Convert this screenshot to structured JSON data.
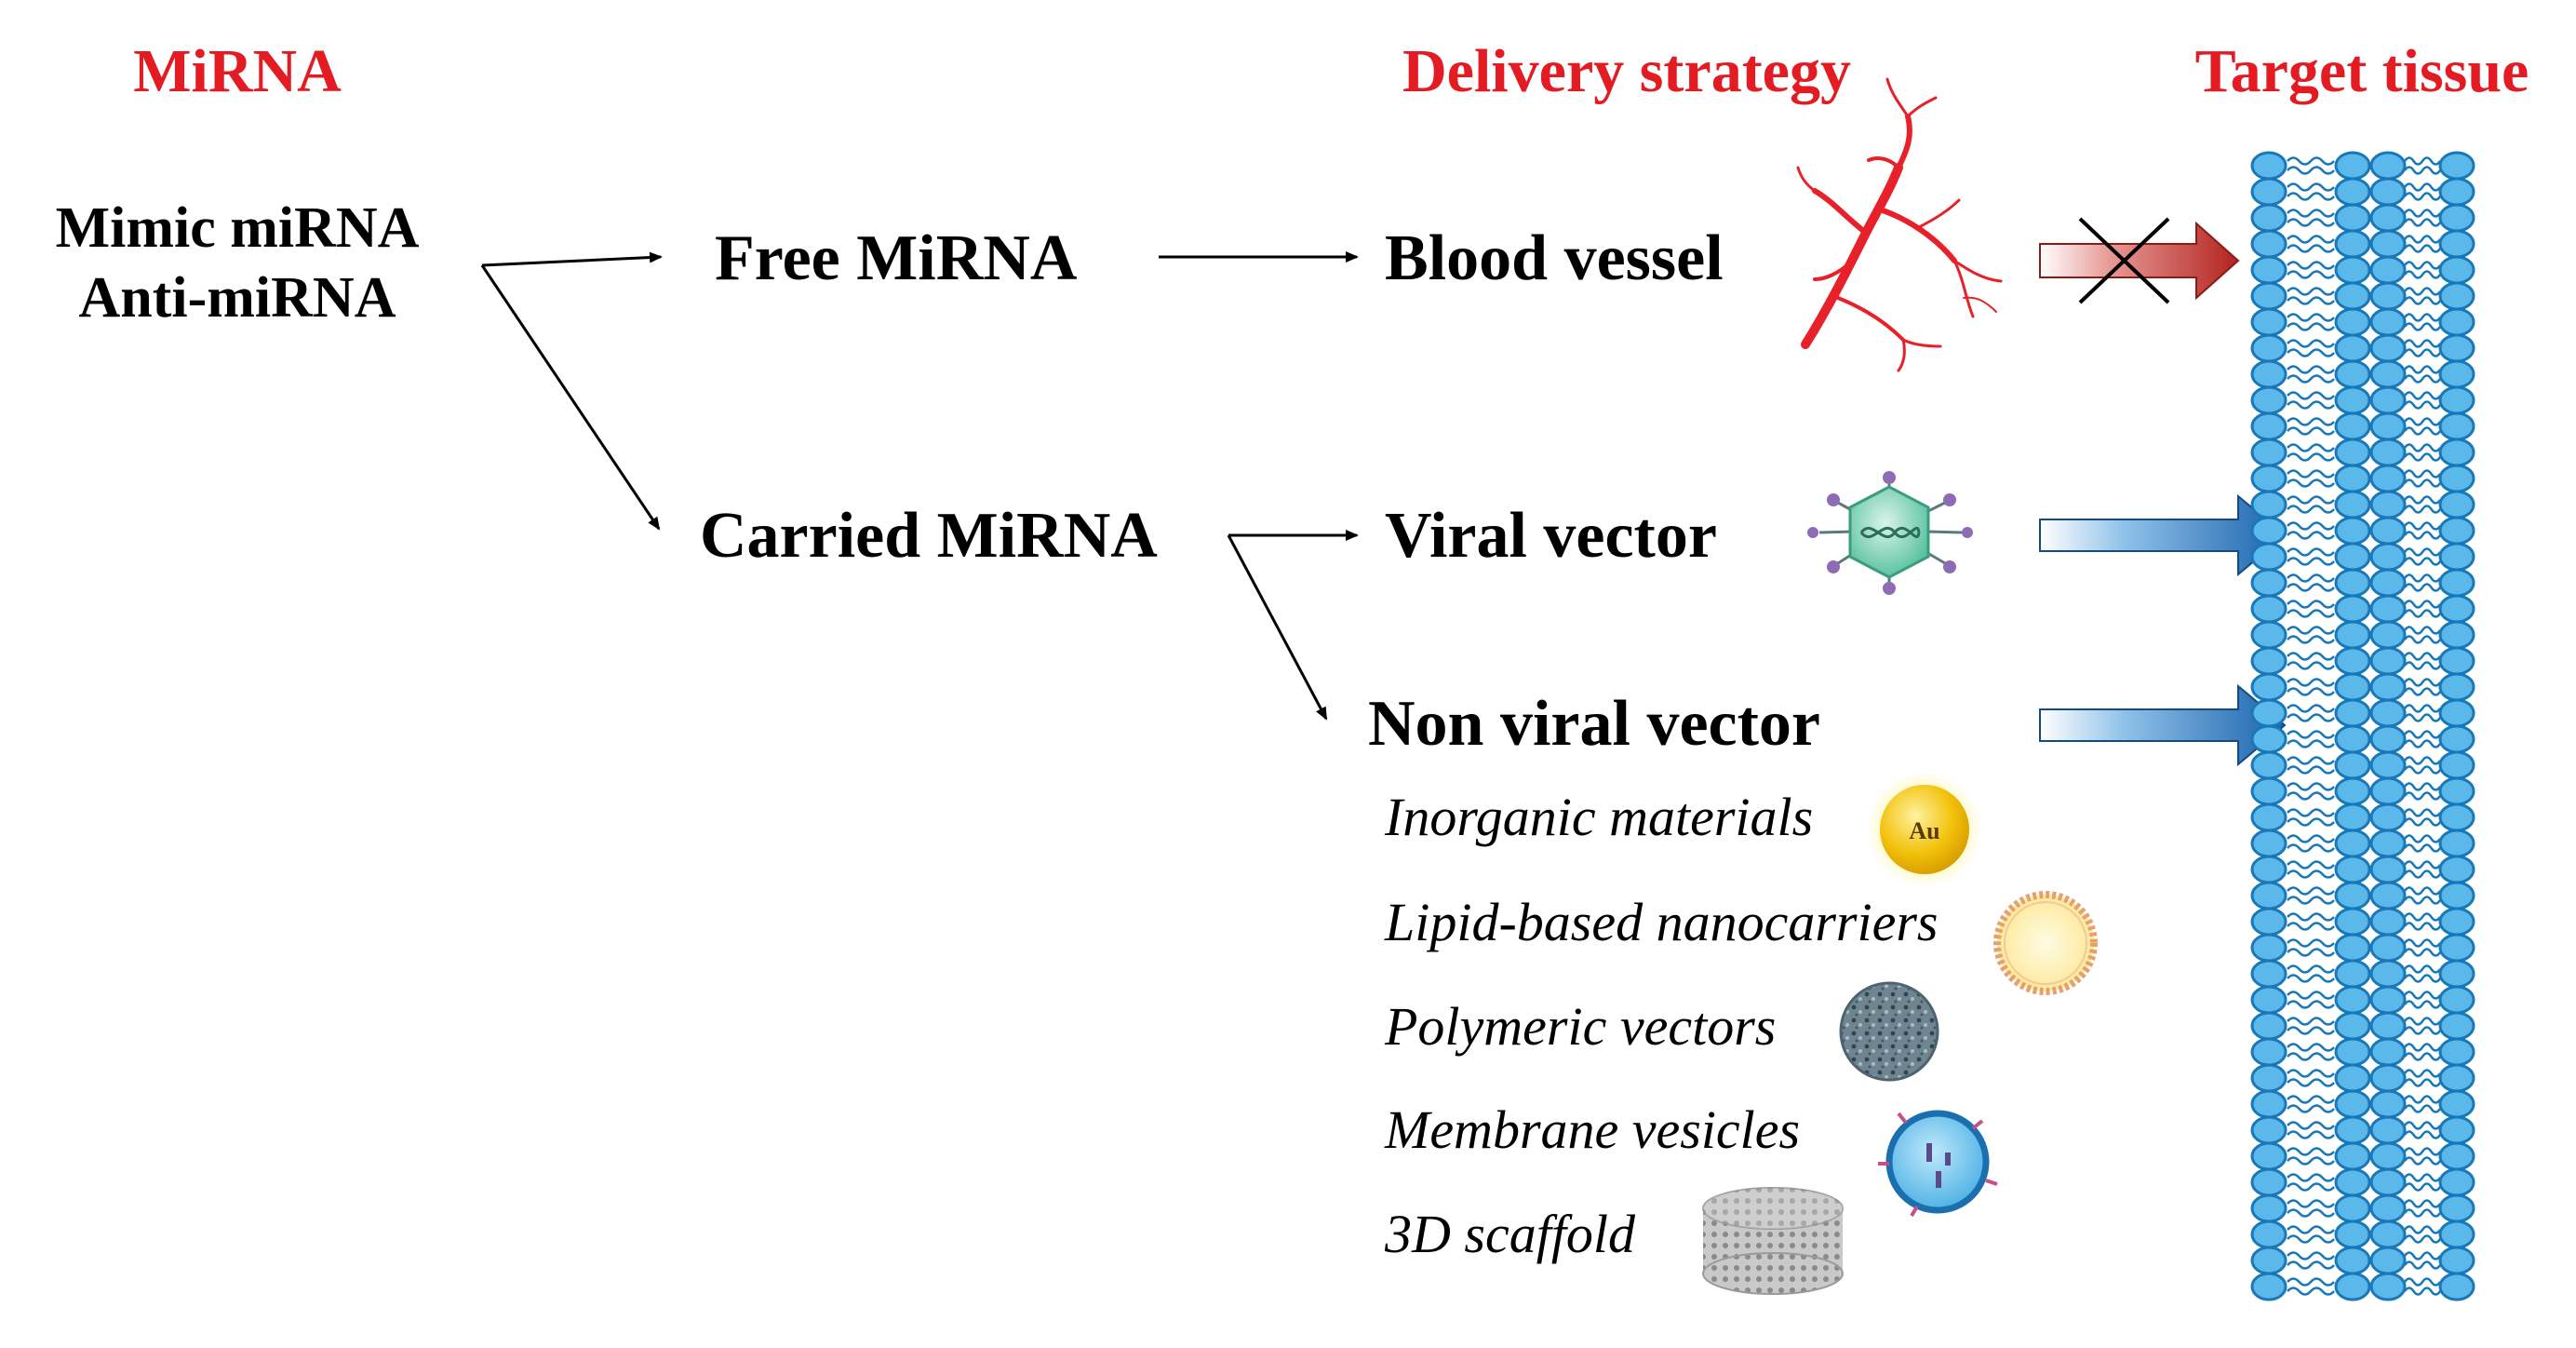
{
  "colors": {
    "heading": "#e31b23",
    "text": "#000000",
    "blocked_arrow": "#c9302c",
    "pass_arrow": "#1f6fb8",
    "membrane": "#5bb8ea",
    "membrane_stroke": "#1a78b8",
    "vessel": "#e8202a",
    "gold": "#f2c10a"
  },
  "headings": {
    "mirna": "MiRNA",
    "delivery": "Delivery strategy",
    "target": "Target tissue"
  },
  "source": {
    "line1": "Mimic miRNA",
    "line2": "Anti-miRNA"
  },
  "nodes": {
    "free": "Free MiRNA",
    "carried": "Carried MiRNA",
    "blood_vessel": "Blood vessel",
    "viral_vector": "Viral vector",
    "non_viral_vector": "Non viral vector"
  },
  "non_viral_items": [
    {
      "label": "Inorganic materials",
      "icon": "gold-nanoparticle-icon"
    },
    {
      "label": "Lipid-based nanocarriers",
      "icon": "liposome-icon"
    },
    {
      "label": "Polymeric vectors",
      "icon": "polymer-particle-icon"
    },
    {
      "label": "Membrane vesicles",
      "icon": "membrane-vesicle-icon"
    },
    {
      "label": "3D scaffold",
      "icon": "scaffold-cylinder-icon"
    }
  ],
  "gold_label": "Au",
  "icons": {
    "vessel": "blood-vessel-icon",
    "virus": "virus-icon",
    "blocked": "blocked-arrow-icon",
    "pass": "pass-arrow-icon",
    "membrane": "cell-membrane-icon"
  }
}
